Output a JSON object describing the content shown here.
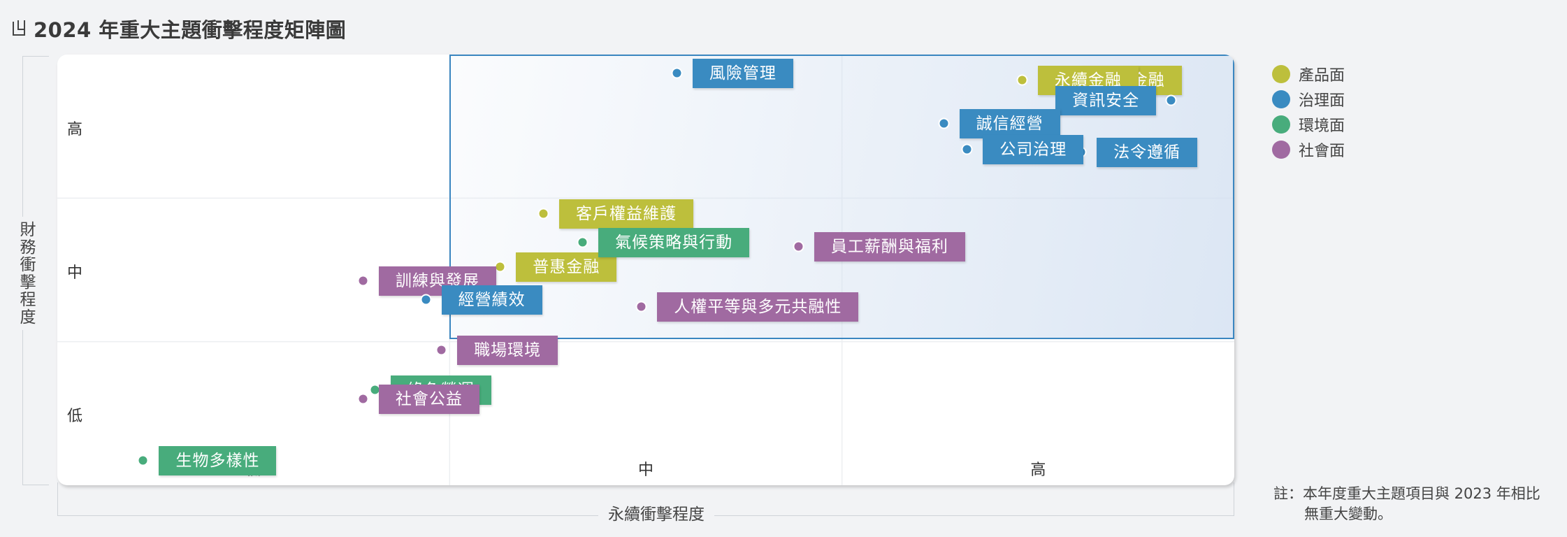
{
  "title": "2024 年重大主題衝擊程度矩陣圖",
  "y_title": "財務衝擊程度",
  "x_title": "永續衝擊程度",
  "note": [
    "註：本年度重大主題項目與 2023 年相比",
    "無重大變動。"
  ],
  "colors": {
    "產品面": "#bdbf3c",
    "治理面": "#3a8bc1",
    "環境面": "#48ac7c",
    "社會面": "#a06aa1"
  },
  "chart_data": {
    "type": "scatter",
    "title": "2024 年重大主題衝擊程度矩陣圖",
    "xlabel": "永續衝擊程度",
    "ylabel": "財務衝擊程度",
    "xlim": [
      0,
      3
    ],
    "ylim": [
      0,
      3
    ],
    "x_ticks": [
      "低",
      "中",
      "高"
    ],
    "y_ticks": [
      "低",
      "中",
      "高"
    ],
    "highlight_region": {
      "x": [
        1,
        3
      ],
      "y": [
        1.02,
        3
      ]
    },
    "legend": [
      "產品面",
      "治理面",
      "環境面",
      "社會面"
    ],
    "legend_position": "right",
    "points": [
      {
        "label": "數位金融",
        "category": "產品面",
        "x": 2.57,
        "y": 2.82
      },
      {
        "label": "永續金融",
        "category": "產品面",
        "x": 2.46,
        "y": 2.82
      },
      {
        "label": "風險管理",
        "category": "治理面",
        "x": 1.58,
        "y": 2.87
      },
      {
        "label": "資訊安全",
        "category": "治理面",
        "x": 2.84,
        "y": 2.68
      },
      {
        "label": "誠信經營",
        "category": "治理面",
        "x": 2.26,
        "y": 2.52
      },
      {
        "label": "法令遵循",
        "category": "治理面",
        "x": 2.61,
        "y": 2.32
      },
      {
        "label": "公司治理",
        "category": "治理面",
        "x": 2.32,
        "y": 2.34
      },
      {
        "label": "客戶權益維護",
        "category": "產品面",
        "x": 1.24,
        "y": 1.89
      },
      {
        "label": "普惠金融",
        "category": "產品面",
        "x": 1.13,
        "y": 1.52
      },
      {
        "label": "氣候策略與行動",
        "category": "環境面",
        "x": 1.34,
        "y": 1.69
      },
      {
        "label": "員工薪酬與福利",
        "category": "社會面",
        "x": 1.89,
        "y": 1.66
      },
      {
        "label": "訓練與發展",
        "category": "社會面",
        "x": 0.78,
        "y": 1.42
      },
      {
        "label": "經營績效",
        "category": "治理面",
        "x": 0.94,
        "y": 1.29
      },
      {
        "label": "人權平等與多元共融性",
        "category": "社會面",
        "x": 1.49,
        "y": 1.24
      },
      {
        "label": "職場環境",
        "category": "社會面",
        "x": 0.98,
        "y": 0.94
      },
      {
        "label": "綠色營運",
        "category": "環境面",
        "x": 0.81,
        "y": 0.66
      },
      {
        "label": "社會公益",
        "category": "社會面",
        "x": 0.78,
        "y": 0.6
      },
      {
        "label": "生物多樣性",
        "category": "環境面",
        "x": 0.22,
        "y": 0.17
      }
    ]
  }
}
